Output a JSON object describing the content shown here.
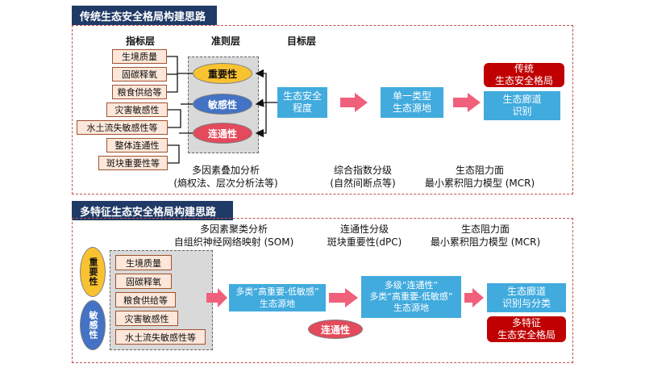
{
  "sec1": {
    "title": "传统生态安全格局构建思路",
    "headers": {
      "indicator": "指标层",
      "criterion": "准则层",
      "goal": "目标层"
    },
    "indicators": [
      "生境质量",
      "固碳释氧",
      "粮食供给等",
      "灾害敏感性",
      "水土流失敏感性等",
      "整体连通性",
      "斑块重要性等"
    ],
    "criteria": [
      "重要性",
      "敏感性",
      "连通性"
    ],
    "eco_security_level": "生态安全\n程度",
    "single_source": "单一类型\n生态源地",
    "corridor": "生态廊道\n识别",
    "traditional": "传统\n生态安全格局",
    "captions": [
      "多因素叠加分析\n(熵权法、层次分析法等)",
      "综合指数分级\n(自然间断点等)",
      "生态阻力面\n最小累积阻力模型 (MCR)"
    ]
  },
  "sec2": {
    "title": "多特征生态安全格局构建思路",
    "captions": [
      "多因素聚类分析\n自组织神经网络映射 (SOM)",
      "连通性分级\n斑块重要性(dPC)",
      "生态阻力面\n最小累积阻力模型 (MCR)"
    ],
    "left_ovals": [
      "重要性",
      "敏感性"
    ],
    "indicators": [
      "生境质量",
      "固碳释氧",
      "粮食供给等",
      "灾害敏感性",
      "水土流失敏感性等"
    ],
    "multi_source": "多类“高重要-低敏感”\n生态源地",
    "multi_level": "多级“连通性”\n多类“高重要-低敏感”\n生态源地",
    "connectivity": "连通性",
    "corridor": "生态廊道\n识别与分类",
    "multi_feature": "多特征\n生态安全格局"
  }
}
